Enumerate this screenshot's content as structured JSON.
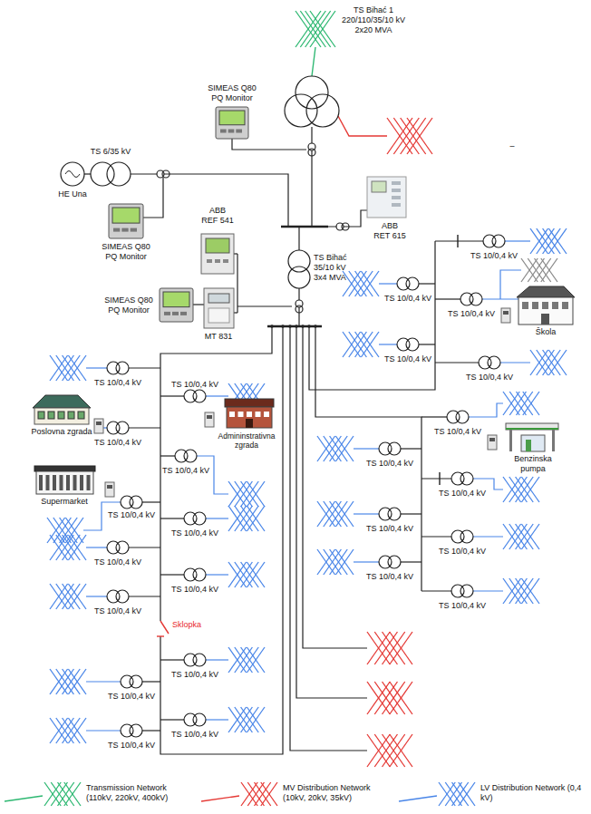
{
  "diagram": {
    "labels": [
      "TS Bihać 1 220/110/35/10 kV 2x20 MVA",
      "–",
      "SIMEAS Q80 PQ Monitor",
      "TS 6/35 kV",
      "HE Una",
      "SIMEAS Q80 PQ Monitor",
      "ABB REF 541",
      "ABB RET 615",
      "TS Bihać 35/10 kV 3x4 MVA",
      "SIMEAS Q80 PQ Monitor",
      "MT 831",
      "TS 10/0,4 kV",
      "TS 10/0,4 kV",
      "TS 10/0,4 kV",
      "Škola",
      "TS 10/0,4 kV",
      "TS 10/0,4 kV",
      "TS 10/0,4 kV",
      "TS 10/0,4 kV",
      "Poslovna zgrada",
      "TS 10/0,4 kV",
      "Admininstrativna zgrada",
      "TS 10/0,4 kV",
      "Supermarket",
      "TS 10/0,4 kV",
      "TS 10/0,4 kV",
      "TS 10/0,4 kV",
      "TS 10/0,4 kV",
      "TS 10/0,4 kV",
      "Sklopka",
      "TS 10/0,4 kV",
      "TS 10/0,4 kV",
      "TS 10/0,4 kV",
      "TS 10/0,4 kV",
      "TS 10/0,4 kV",
      "Benzinska pumpa",
      "TS 10/0,4 kV",
      "TS 10/0,4 kV",
      "TS 10/0,4 kV",
      "TS 10/0,4 kV",
      "TS 10/0,4 kV",
      "TS 10/0,4 kV"
    ],
    "legend": [
      {
        "text": "Transmission Network (110kV, 220kV, 400kV)",
        "color": "#2eb872"
      },
      {
        "text": "MV Distribution Network (10kV, 20kV, 35kV)",
        "color": "#e53935"
      },
      {
        "text": "LV Distribution Network (0,4 kV)",
        "color": "#4a86e8"
      }
    ]
  }
}
